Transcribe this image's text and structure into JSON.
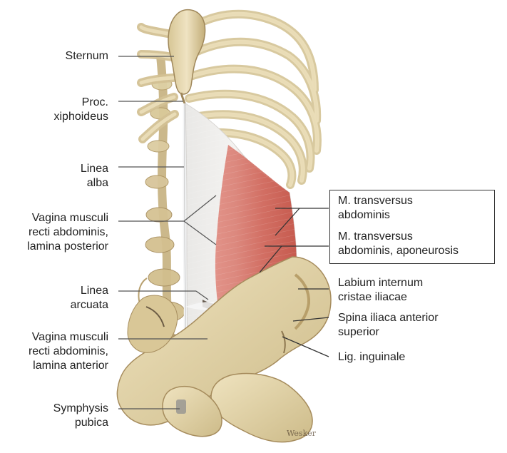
{
  "diagram": {
    "left_labels": {
      "sternum": "Sternum",
      "proc_xiphoideus": "Proc.\nxiphoideus",
      "linea_alba": "Linea\nalba",
      "vagina_posterior": "Vagina musculi\nrecti abdominis,\nlamina posterior",
      "linea_arcuata": "Linea\narcuata",
      "vagina_anterior": "Vagina musculi\nrecti abdominis,\nlamina anterior",
      "symphysis_pubica": "Symphysis\npubica"
    },
    "right_labels": {
      "transversus": "M. transversus\nabdominis",
      "transversus_aponeurosis": "M. transversus\nabdominis, aponeurosis",
      "labium_internum": "Labium internum\ncristae iliacae",
      "spina_iliaca": "Spina iliaca anterior\nsuperior",
      "lig_inguinale": "Lig. inguinale"
    },
    "signature": "Wesker"
  }
}
